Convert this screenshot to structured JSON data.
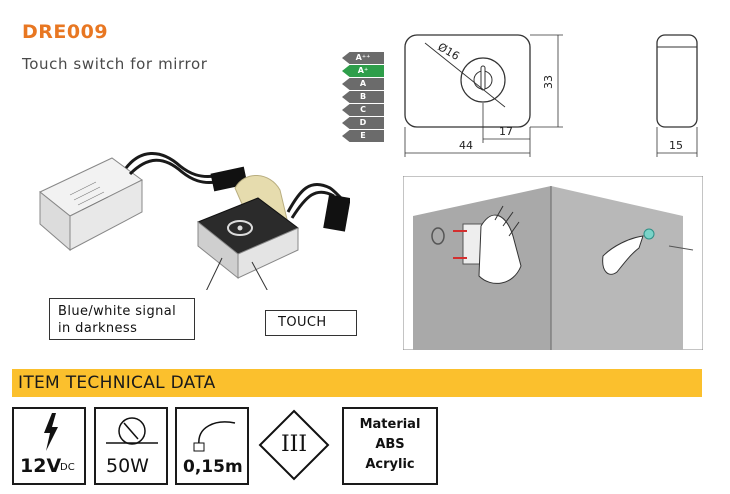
{
  "product": {
    "code": "DRE009",
    "subtitle": "Touch switch for mirror"
  },
  "energy_labels": [
    {
      "label": "A⁺⁺",
      "color": "#6b6b6b"
    },
    {
      "label": "A⁺",
      "color": "#2e9e4a"
    },
    {
      "label": "A",
      "color": "#6b6b6b"
    },
    {
      "label": "B",
      "color": "#6b6b6b"
    },
    {
      "label": "C",
      "color": "#6b6b6b"
    },
    {
      "label": "D",
      "color": "#6b6b6b"
    },
    {
      "label": "E",
      "color": "#6b6b6b"
    }
  ],
  "dimensions": {
    "diameter": "16",
    "height": "33",
    "width": "44",
    "offset": "17",
    "depth": "15"
  },
  "callouts": {
    "signal": "Blue/white signal\nin darkness",
    "touch": "TOUCH"
  },
  "section_title": "ITEM TECHNICAL DATA",
  "specs": {
    "voltage": "12V",
    "voltage_unit": "DC",
    "power": "50W",
    "cable": "0,15m",
    "class": "III",
    "material_label": "Material",
    "material_line1": "ABS",
    "material_line2": "Acrylic"
  },
  "colors": {
    "accent": "#e87722",
    "band": "#fbc02d"
  }
}
